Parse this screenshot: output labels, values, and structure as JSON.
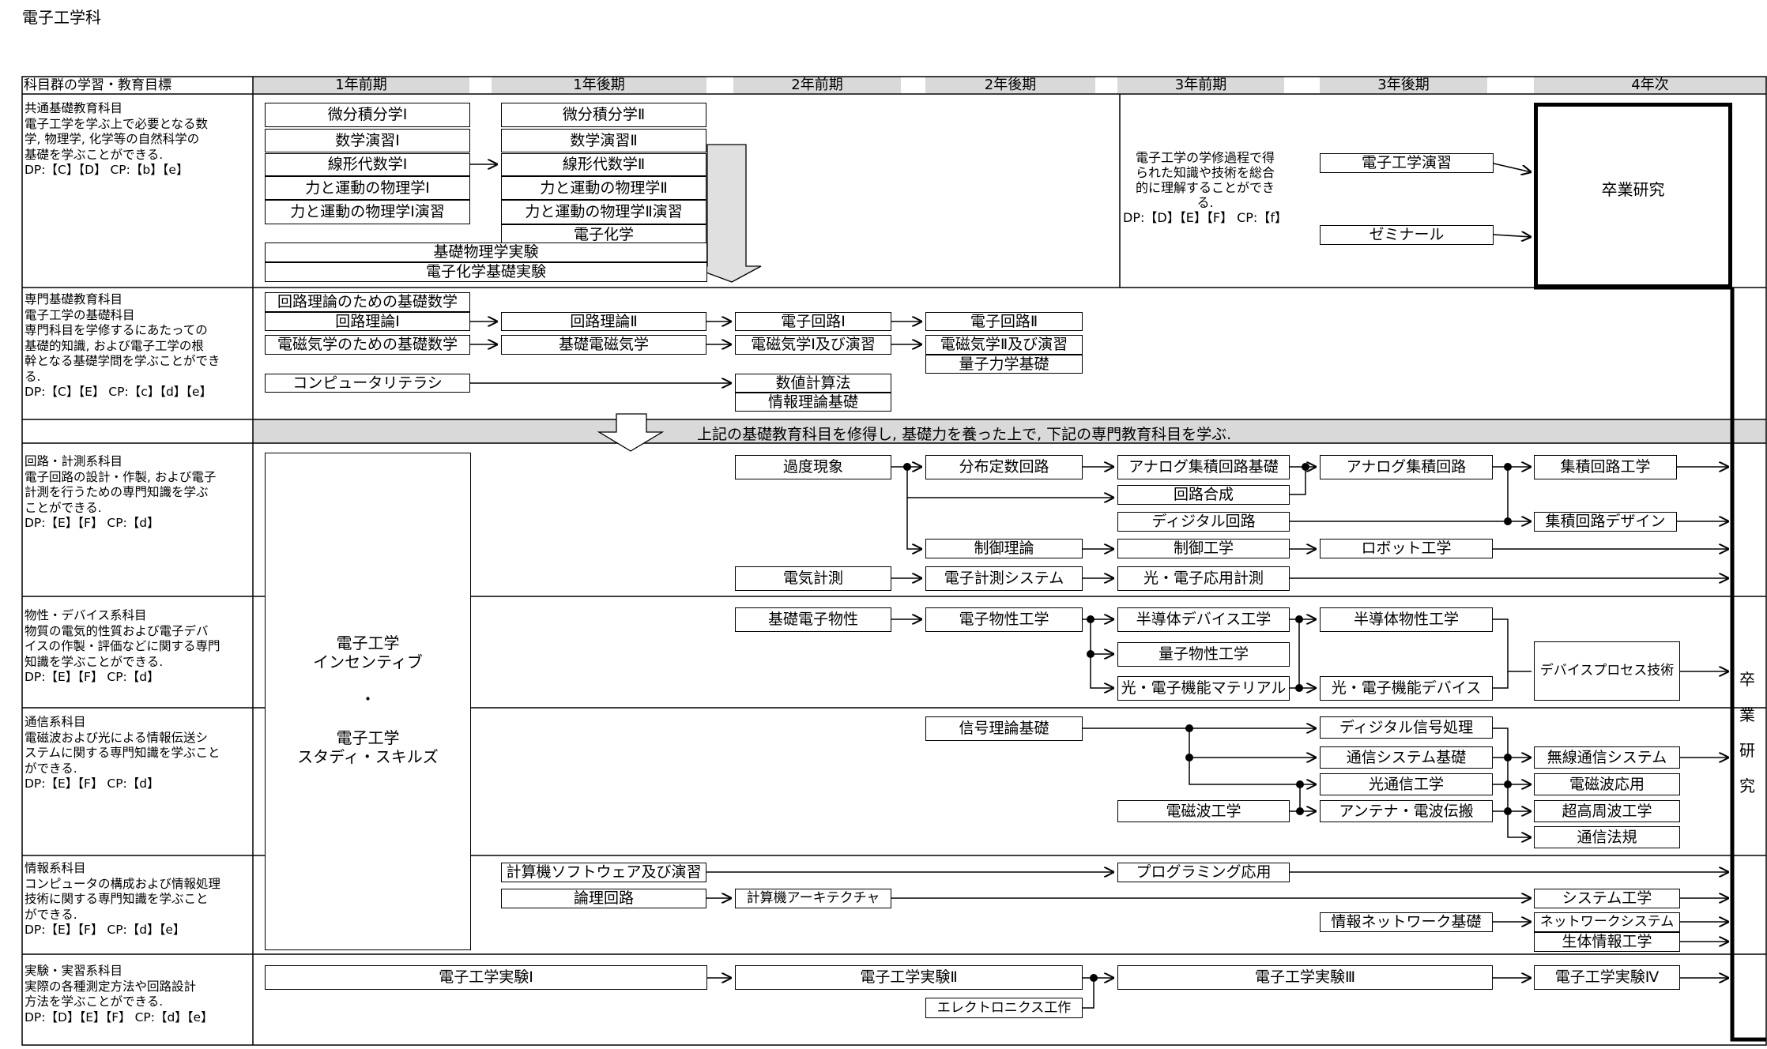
{
  "page_title": "電子工学科",
  "header": {
    "group_col": "科目群の学習・教育目標",
    "periods": [
      "1年前期",
      "1年後期",
      "2年前期",
      "2年後期",
      "3年前期",
      "3年後期",
      "4年次"
    ]
  },
  "groups": {
    "g1": "共通基礎教育科目\n電子工学を学ぶ上で必要となる数\n学, 物理学, 化学等の自然科学の\n基礎を学ぶことができる.\nDP:【C】【D】 CP:【b】【e】",
    "g2": "専門基礎教育科目\n電子工学の基礎科目\n専門科目を学修するにあたっての\n基礎的知識, および電子工学の根\n幹となる基礎学問を学ぶことができ\nる.\nDP:【C】【E】 CP:【c】【d】【e】",
    "g3": "回路・計測系科目\n電子回路の設計・作製, および電子\n計測を行うための専門知識を学ぶ\nことができる.\nDP:【E】【F】 CP:【d】",
    "g4": "物性・デバイス系科目\n物質の電気的性質および電子デバ\nイスの作製・評価などに関する専門\n知識を学ぶことができる.\nDP:【E】【F】 CP:【d】",
    "g5": "通信系科目\n電磁波および光による情報伝送シ\nステムに関する専門知識を学ぶこと\nができる.\nDP:【E】【F】 CP:【d】",
    "g6": "情報系科目\nコンピュータの構成および情報処理\n技術に関する専門知識を学ぶこと\nができる.\nDP:【E】【F】 CP:【d】【e】",
    "g7": "実験・実習系科目\n実際の各種測定方法や回路設計\n方法を学ぶことができる.\nDP:【D】【E】【F】 CP:【d】【e】"
  },
  "banner": "上記の基礎教育科目を修得し, 基礎力を養った上で, 下記の専門教育科目を学ぶ.",
  "free_text": "電子工学の学修過程で得\nられた知識や技術を総合\n的に理解することができ\nる.\nDP:【D】【E】【F】 CP:【f】",
  "incentive": {
    "line1": "電子工学",
    "line2": "インセンティブ",
    "dot": "・",
    "line3": "電子工学",
    "line4": "スタディ・スキルズ"
  },
  "grad_vertical": "卒\n業\n研\n究",
  "courses": {
    "bisekibun1": "微分積分学Ⅰ",
    "sugaku1": "数学演習Ⅰ",
    "senkei1": "線形代数学Ⅰ",
    "rikigaku1": "力と運動の物理学Ⅰ",
    "rikigaku1e": "力と運動の物理学Ⅰ演習",
    "bisekibun2": "微分積分学Ⅱ",
    "sugaku2": "数学演習Ⅱ",
    "senkei2": "線形代数学Ⅱ",
    "rikigaku2": "力と運動の物理学Ⅱ",
    "rikigaku2e": "力と運動の物理学Ⅱ演習",
    "denshikagaku": "電子化学",
    "kisobutsuri": "基礎物理学実験",
    "denshikagakujikken": "電子化学基礎実験",
    "enshu": "電子工学演習",
    "seminar": "ゼミナール",
    "sotsuken": "卒業研究",
    "kairokiso": "回路理論のための基礎数学",
    "kairo1": "回路理論Ⅰ",
    "kairo2": "回路理論Ⅱ",
    "denshikairo1": "電子回路Ⅰ",
    "denshikairo2": "電子回路Ⅱ",
    "denjikiso": "電磁気学のための基礎数学",
    "kisodenji": "基礎電磁気学",
    "denji1": "電磁気学Ⅰ及び演習",
    "denji2": "電磁気学Ⅱ及び演習",
    "ryoshi": "量子力学基礎",
    "computer": "コンピュータリテラシ",
    "suchi": "数値計算法",
    "joho": "情報理論基礎",
    "kado": "過度現象",
    "bunpu": "分布定数回路",
    "analog": "アナログ集積回路基礎",
    "analog2": "アナログ集積回路",
    "shuseki": "集積回路工学",
    "kairogosei": "回路合成",
    "digital": "ディジタル回路",
    "shusekidesign": "集積回路デザイン",
    "seigyo": "制御理論",
    "seigyokogaku": "制御工学",
    "robot": "ロボット工学",
    "denkikeisoku": "電気計測",
    "denshikeisoku": "電子計測システム",
    "hikari": "光・電子応用計測",
    "kisobussei": "基礎電子物性",
    "denshibussei": "電子物性工学",
    "handotaidevice": "半導体デバイス工学",
    "handotaibussei": "半導体物性工学",
    "ryoshibussei": "量子物性工学",
    "material": "光・電子機能マテリアル",
    "device": "光・電子機能デバイス",
    "process": "デバイスプロセス技術",
    "shingo": "信号理論基礎",
    "digitalsignal": "ディジタル信号処理",
    "tsushinsys": "通信システム基礎",
    "musen": "無線通信システム",
    "hikaritsushin": "光通信工学",
    "denjiha_oyo": "電磁波応用",
    "denjiha": "電磁波工学",
    "antenna": "アンテナ・電波伝搬",
    "chokoshuha": "超高周波工学",
    "tsushinho": "通信法規",
    "software": "計算機ソフトウェア及び演習",
    "program": "プログラミング応用",
    "ronri": "論理回路",
    "architecture": "計算機アーキテクチャ",
    "system": "システム工学",
    "network": "情報ネットワーク基礎",
    "networksys": "ネットワークシステム",
    "seitai": "生体情報工学",
    "jikken1": "電子工学実験Ⅰ",
    "jikken2": "電子工学実験Ⅱ",
    "jikken3": "電子工学実験Ⅲ",
    "jikken4": "電子工学実験Ⅳ",
    "electronics": "エレクトロニクス工作"
  }
}
